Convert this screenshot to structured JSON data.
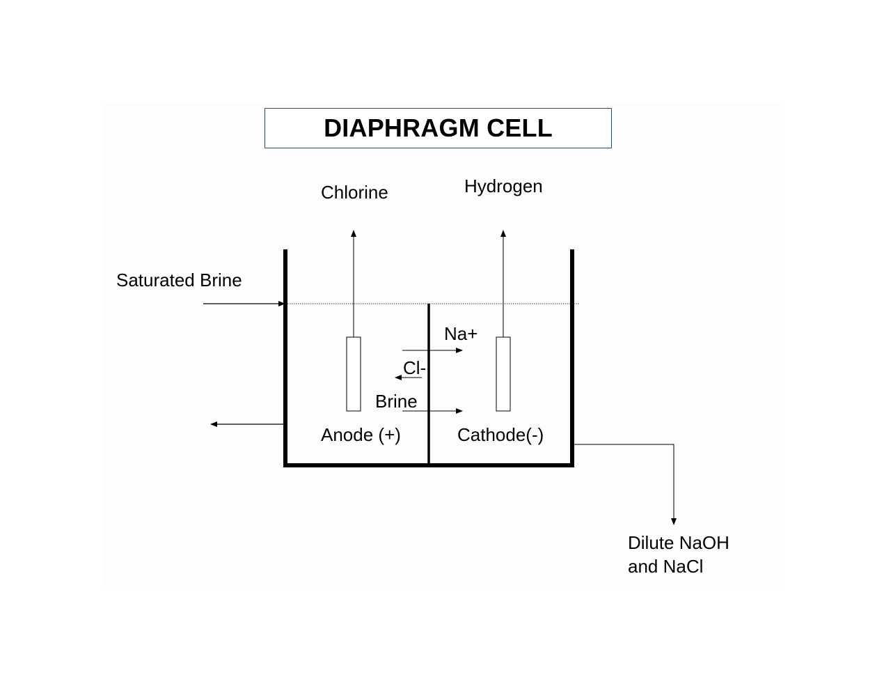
{
  "title": "DIAPHRAGM CELL",
  "labels": {
    "chlorine": "Chlorine",
    "hydrogen": "Hydrogen",
    "saturated_brine": "Saturated Brine",
    "na_ion": "Na+",
    "cl_ion": "Cl-",
    "brine": "Brine",
    "anode": "Anode (+)",
    "cathode": "Cathode(-)",
    "outlet_line1": "Dilute NaOH",
    "outlet_line2": "and NaCl"
  },
  "colors": {
    "line": "#000000",
    "title_border": "#2f4a5a",
    "background": "#ffffff"
  }
}
